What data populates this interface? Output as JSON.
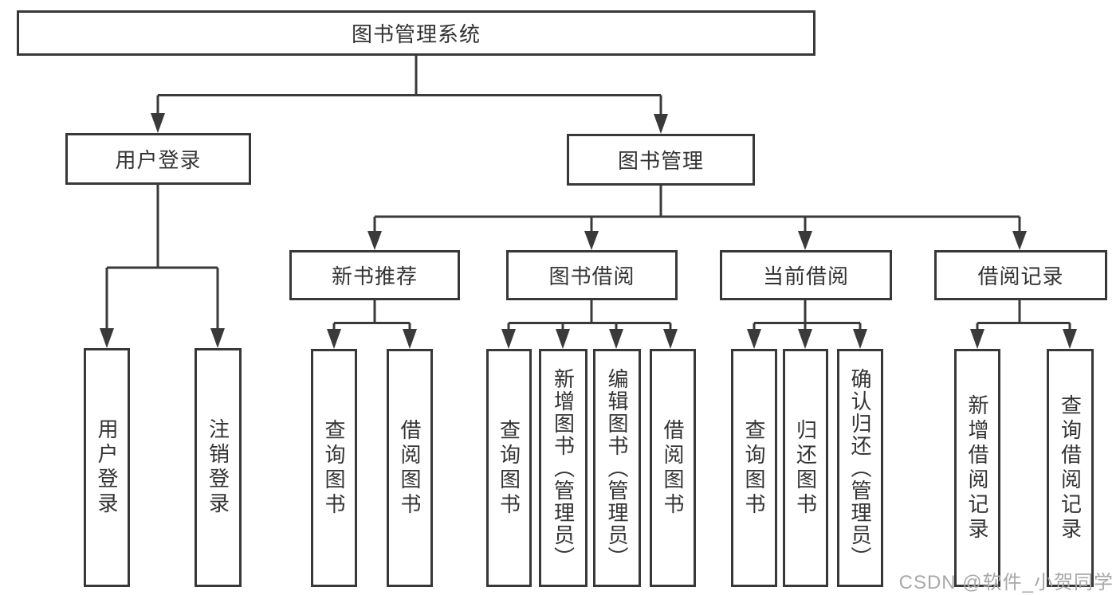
{
  "diagram": {
    "root": {
      "label": "图书管理系统"
    },
    "level2": [
      {
        "label": "用户登录"
      },
      {
        "label": "图书管理"
      }
    ],
    "level3": [
      {
        "label": "新书推荐"
      },
      {
        "label": "图书借阅"
      },
      {
        "label": "当前借阅"
      },
      {
        "label": "借阅记录"
      }
    ],
    "leaves": [
      {
        "label": "用户登录"
      },
      {
        "label": "注销登录"
      },
      {
        "label": "查询图书"
      },
      {
        "label": "借阅图书"
      },
      {
        "label": "查询图书"
      },
      {
        "label": "新增图书（管理员）"
      },
      {
        "label": "编辑图书（管理员）"
      },
      {
        "label": "借阅图书"
      },
      {
        "label": "查询图书"
      },
      {
        "label": "归还图书"
      },
      {
        "label": "确认归还（管理员）"
      },
      {
        "label": "新增借阅记录"
      },
      {
        "label": "查询借阅记录"
      }
    ]
  },
  "watermark": "CSDN @软件_小贺同学",
  "colors": {
    "line": "#3a3a3a",
    "border": "#383838",
    "text": "#333333",
    "watermark": "#a8a8a8",
    "background": "#ffffff"
  }
}
